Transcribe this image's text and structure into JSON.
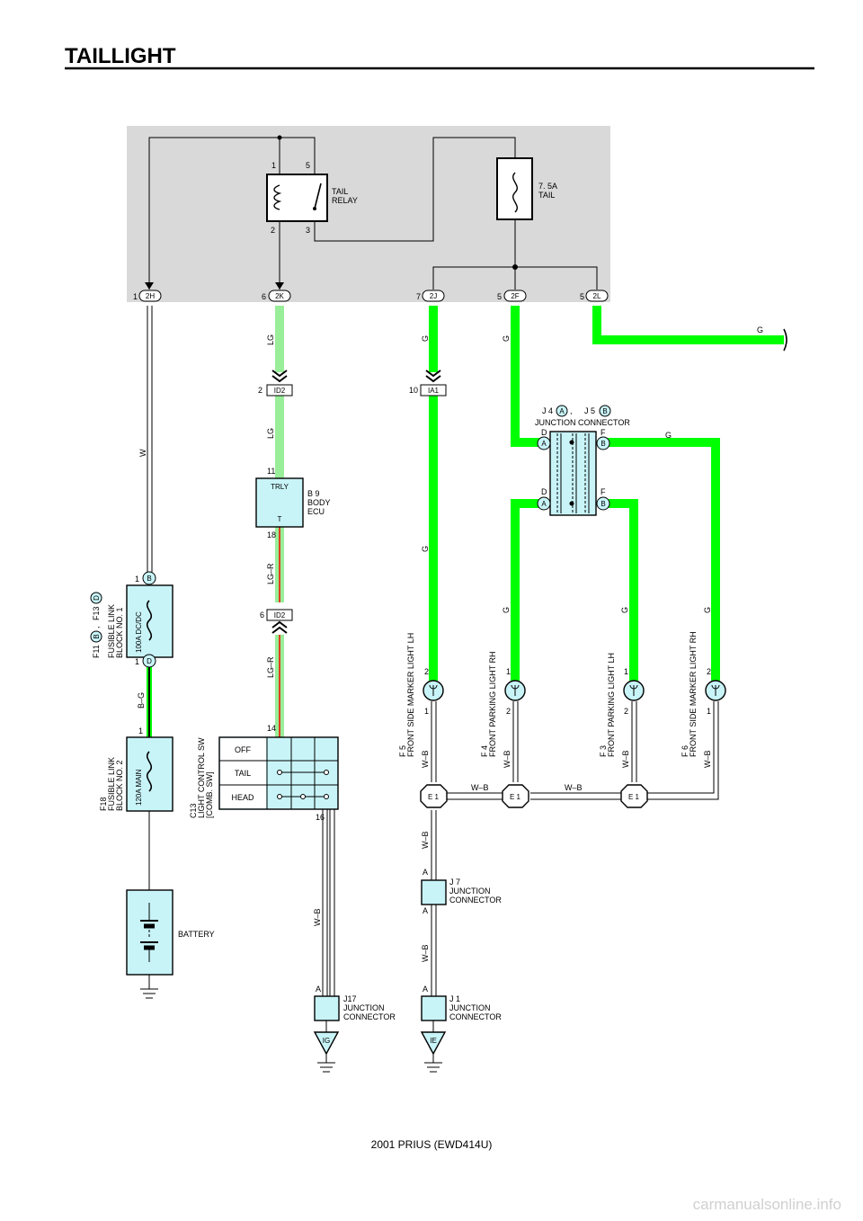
{
  "title": "TAILLIGHT",
  "footer": "2001 PRIUS (EWD414U)",
  "watermark": "carmanualsonline.info",
  "colors": {
    "wire_green": "#00ff00",
    "wire_lg": "#99ee99",
    "wire_red": "#e04020",
    "junction_block": "#d9d9d9",
    "component_fill": "#c8f4f8"
  },
  "relay": {
    "name": "TAIL\nRELAY",
    "l1": "TAIL",
    "l2": "RELAY",
    "p1": "1",
    "p5": "5",
    "p2": "2",
    "p3": "3"
  },
  "fuse": {
    "l1": "7. 5A",
    "l2": "TAIL"
  },
  "jb_pins": [
    {
      "pin": "1",
      "conn": "2H"
    },
    {
      "pin": "6",
      "conn": "2K"
    },
    {
      "pin": "7",
      "conn": "2J"
    },
    {
      "pin": "5",
      "conn": "2F"
    },
    {
      "pin": "5",
      "conn": "2L"
    }
  ],
  "wires": {
    "w": "W",
    "lg": "LG",
    "lgr": "LG–R",
    "g": "G",
    "bg": "B–G",
    "wb": "W–B"
  },
  "connectors": {
    "id2_a": {
      "pin": "2",
      "code": "ID2"
    },
    "ia1": {
      "pin": "10",
      "code": "IA1"
    },
    "id2_b": {
      "pin": "6",
      "code": "ID2"
    }
  },
  "ecu": {
    "pin_in": "11",
    "pin_out": "18",
    "trly": "TRLY",
    "t": "T",
    "code": "B 9",
    "l1": "BODY",
    "l2": "ECU"
  },
  "fusible_link_1": {
    "code_a": "F11",
    "badge_a": "B",
    "sep": ",",
    "code_b": "F13",
    "badge_b": "D",
    "l1": "FUSIBLE LINK",
    "l2": "BLOCK NO. 1",
    "rating": "100A DC/DC",
    "pin_top": "1",
    "conn_top": "B",
    "pin_bot": "1",
    "conn_bot": "D"
  },
  "fusible_link_2": {
    "code": "F18",
    "l1": "FUSIBLE LINK",
    "l2": "BLOCK NO. 2",
    "rating": "120A MAIN",
    "pin_top": "1"
  },
  "battery": {
    "label": "BATTERY"
  },
  "switch": {
    "code": "C13",
    "l1": "LIGHT CONTROL SW",
    "l2": "[COMB.  SW]",
    "pin_top": "14",
    "pin_bot": "16",
    "rows": [
      "OFF",
      "TAIL",
      "HEAD"
    ]
  },
  "junction_j4j5": {
    "j4": "J 4",
    "badge_a": "A",
    "sep": ",",
    "j5": "J 5",
    "badge_b": "B",
    "label": "JUNCTION CONNECTOR",
    "d": "D",
    "f": "F",
    "a": "A",
    "b": "B"
  },
  "lamps": [
    {
      "code": "F 5",
      "name": "FRONT SIDE MARKER LIGHT LH",
      "pin_top": "2",
      "pin_bot": "1"
    },
    {
      "code": "F 4",
      "name": "FRONT PARKING LIGHT RH",
      "pin_top": "1",
      "pin_bot": "2"
    },
    {
      "code": "F 3",
      "name": "FRONT PARKING LIGHT LH",
      "pin_top": "1",
      "pin_bot": "2"
    },
    {
      "code": "F 6",
      "name": "FRONT SIDE MARKER LIGHT RH",
      "pin_top": "2",
      "pin_bot": "1"
    }
  ],
  "splice": "E 1",
  "j7": {
    "code": "J 7",
    "l1": "JUNCTION",
    "l2": "CONNECTOR",
    "pin": "A"
  },
  "j1": {
    "code": "J 1",
    "l1": "JUNCTION",
    "l2": "CONNECTOR",
    "pin": "A"
  },
  "j17": {
    "code": "J17",
    "l1": "JUNCTION",
    "l2": "CONNECTOR",
    "pin": "A"
  },
  "grounds": {
    "ig": "IG",
    "ie": "IE"
  }
}
